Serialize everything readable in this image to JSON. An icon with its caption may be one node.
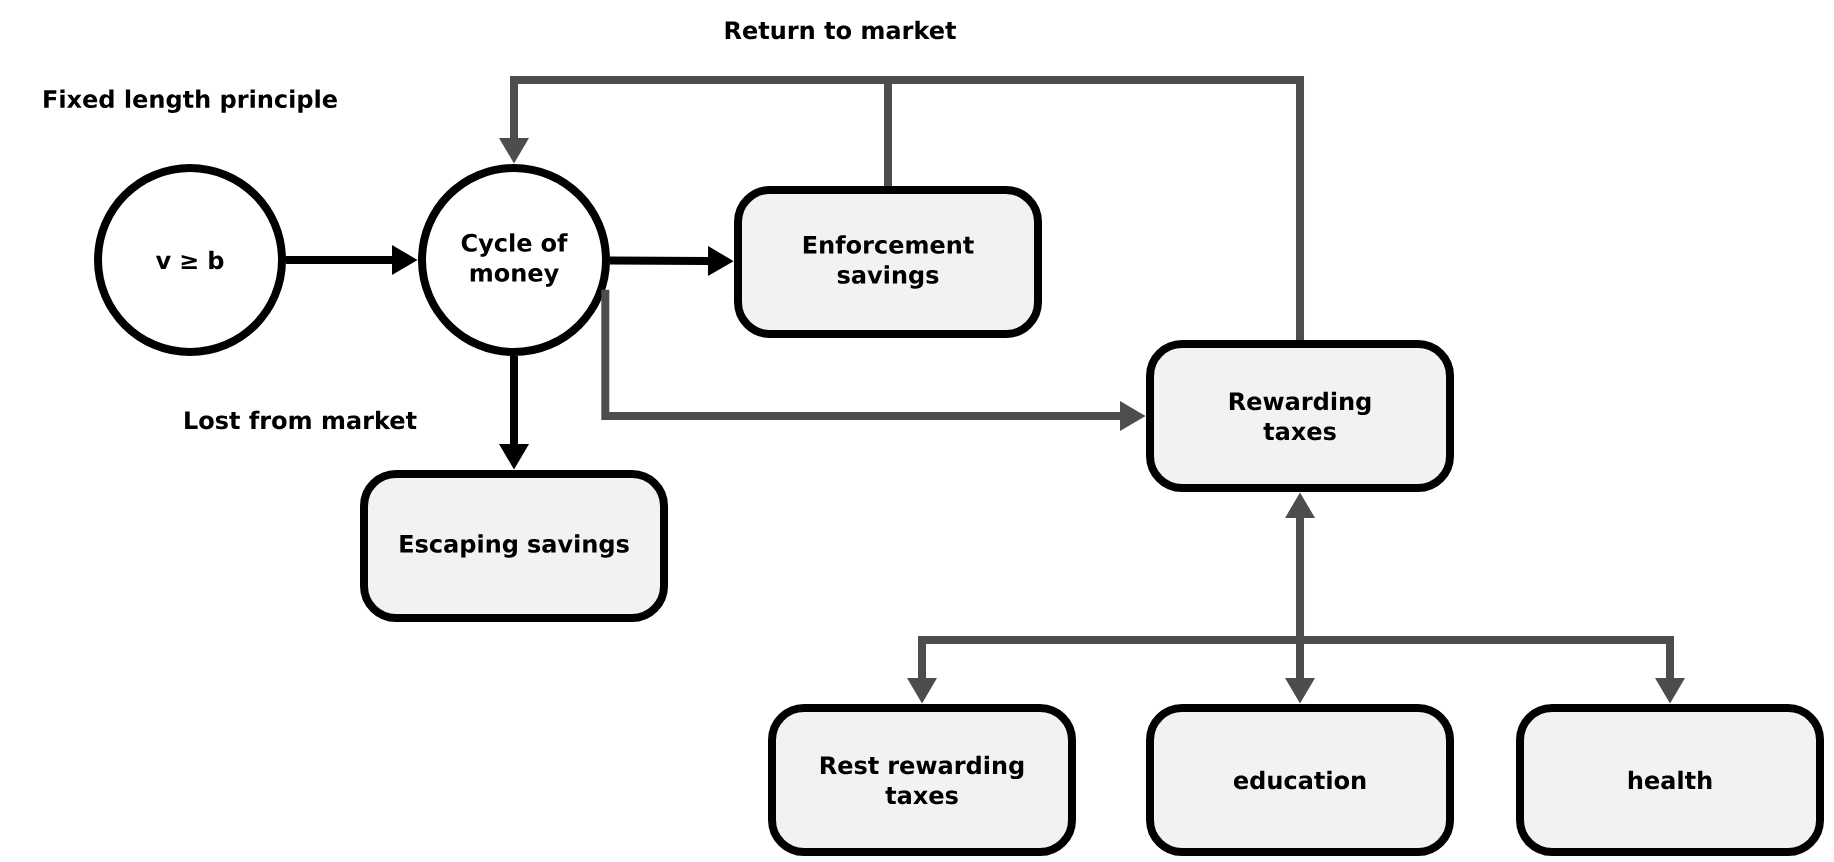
{
  "diagram": {
    "nodes": [
      {
        "text": [
          "v ≥ b"
        ],
        "beside": [
          "Fixed length principle"
        ]
      },
      {
        "text": [
          "Cycle of money"
        ]
      },
      {
        "text": [
          "Enforcement savings"
        ]
      },
      {
        "text": [
          "Rewarding taxes"
        ]
      },
      {
        "text": [
          "Escaping savings"
        ]
      },
      {
        "text": [
          "Rest rewarding taxes"
        ]
      },
      {
        "text": [
          "education"
        ]
      },
      {
        "text": [
          "health"
        ]
      }
    ],
    "edges": [
      {
        "from": 0,
        "to": 1,
        "arrow": "to",
        "color": "#000000"
      },
      {
        "from": 1,
        "to": 2,
        "arrow": "to",
        "color": "#000000"
      },
      {
        "from": 1,
        "to": 4,
        "arrow": "to",
        "color": "#000000"
      },
      {
        "from": 1,
        "to": 3,
        "arrow": "to"
      },
      {
        "from": 2,
        "to": 1,
        "arrow": "to"
      },
      {
        "from": 3,
        "to": 1,
        "arrow": "to"
      },
      {
        "from": 3,
        "to": 5,
        "arrow": "both"
      },
      {
        "from": 3,
        "to": 6,
        "arrow": "both"
      },
      {
        "from": 3,
        "to": 7,
        "arrow": "both"
      }
    ],
    "labels": [
      "Return to market",
      "Lost from market"
    ]
  }
}
